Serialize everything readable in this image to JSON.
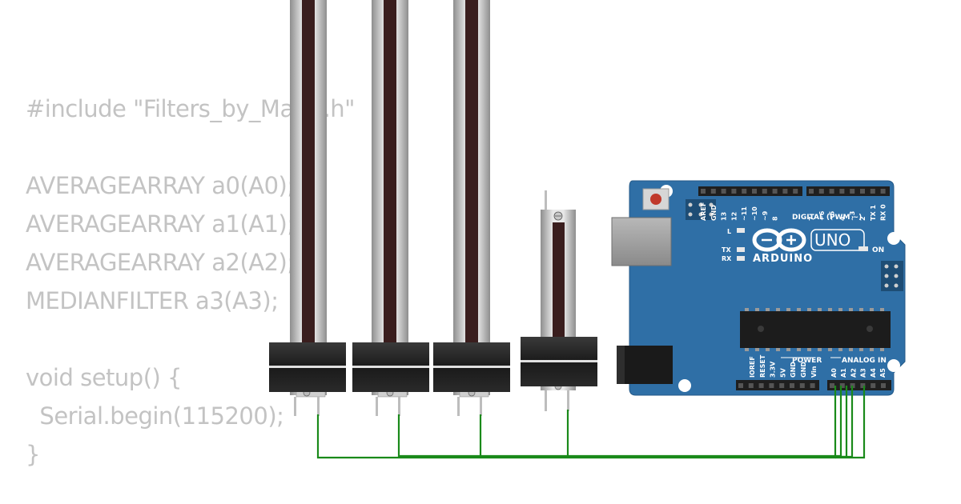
{
  "code_lines": [
    "#include \"Filters_by_Mauri.h\"",
    "",
    "AVERAGEARRAY a0(A0);",
    "AVERAGEARRAY a1(A1);",
    "AVERAGEARRAY a2(A2);",
    "MEDIANFILTER a3(A3);",
    "",
    "void setup() {",
    "  Serial.begin(115200);",
    "}"
  ],
  "arduino": {
    "brand": "ARDUINO",
    "model": "UNO",
    "digital_label": "DIGITAL (PWM ~)",
    "power_label": "POWER",
    "analog_label": "ANALOG IN",
    "on_label": "ON",
    "l_label": "L",
    "tx_label": "TX",
    "rx_label": "RX",
    "top_header_labels": [
      "AREF",
      "GND",
      "13",
      "12",
      "~11",
      "~10",
      "~9",
      "8",
      "7",
      "~6",
      "~5",
      "4",
      "~3",
      "2",
      "TX 1",
      "RX 0"
    ],
    "power_pin_labels": [
      "IOREF",
      "RESET",
      "3.3V",
      "5V",
      "GND",
      "GND",
      "Vin"
    ],
    "analog_pin_labels": [
      "A0",
      "A1",
      "A2",
      "A3",
      "A4",
      "A5"
    ]
  },
  "colors": {
    "board": "#2f6fa6",
    "wire": "#1a8a1a",
    "code_text": "#c3c3c3"
  },
  "components": [
    "slide-potentiometer",
    "slide-potentiometer",
    "slide-potentiometer",
    "slide-potentiometer",
    "arduino-uno"
  ]
}
